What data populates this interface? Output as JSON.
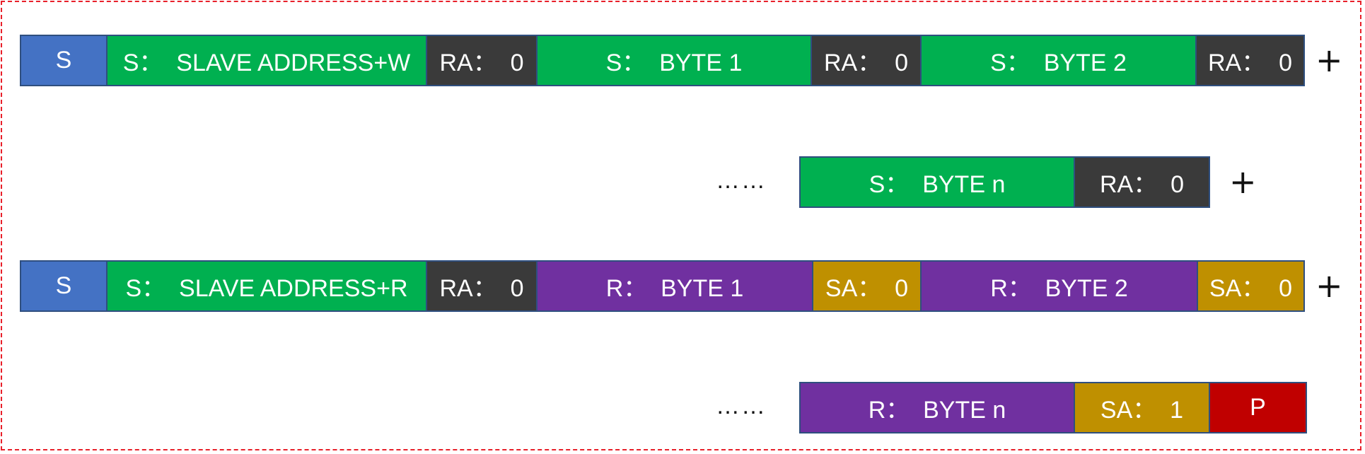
{
  "colors": {
    "start": "#4472c4",
    "slave_send": "#00b050",
    "ack_dark": "#3a3a3a",
    "master_read": "#7030a0",
    "ack_gold": "#bf9000",
    "stop": "#c00000",
    "frame_border": "#e8202a"
  },
  "rows": [
    {
      "segments": [
        {
          "label": "S",
          "color": "#4472c4"
        },
        {
          "label": "S：  SLAVE ADDRESS+W",
          "color": "#00b050"
        },
        {
          "label": "RA：  0",
          "color": "#3a3a3a"
        },
        {
          "label": "S：  BYTE 1",
          "color": "#00b050"
        },
        {
          "label": "RA：  0",
          "color": "#3a3a3a"
        },
        {
          "label": "S：  BYTE 2",
          "color": "#00b050"
        },
        {
          "label": "RA：  0",
          "color": "#3a3a3a"
        }
      ],
      "suffix": "+"
    },
    {
      "prefix": "……",
      "segments": [
        {
          "label": "S：  BYTE n",
          "color": "#00b050"
        },
        {
          "label": "RA：  0",
          "color": "#3a3a3a"
        }
      ],
      "suffix": "+"
    },
    {
      "segments": [
        {
          "label": "S",
          "color": "#4472c4"
        },
        {
          "label": "S：  SLAVE ADDRESS+R",
          "color": "#00b050"
        },
        {
          "label": "RA：  0",
          "color": "#3a3a3a"
        },
        {
          "label": "R：  BYTE 1",
          "color": "#7030a0"
        },
        {
          "label": "SA：  0",
          "color": "#bf9000"
        },
        {
          "label": "R：  BYTE 2",
          "color": "#7030a0"
        },
        {
          "label": "SA：  0",
          "color": "#bf9000"
        }
      ],
      "suffix": "+"
    },
    {
      "prefix": "……",
      "segments": [
        {
          "label": "R：  BYTE n",
          "color": "#7030a0"
        },
        {
          "label": "SA：  1",
          "color": "#bf9000"
        },
        {
          "label": "P",
          "color": "#c00000"
        }
      ]
    }
  ]
}
